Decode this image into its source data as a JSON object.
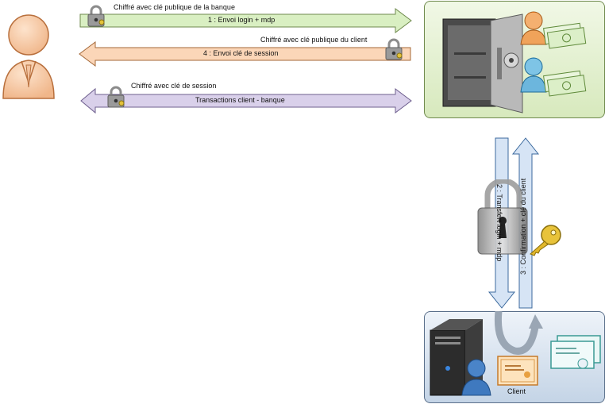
{
  "arrows": {
    "a1": {
      "caption": "Chiffré avec clé publique de la banque",
      "label": "1 : Envoi login + mdp",
      "color": "#d9efc2"
    },
    "a4": {
      "caption": "Chiffré avec clé publique du client",
      "label": "4 : Envoi clé de session",
      "color": "#fbd6b8"
    },
    "a5": {
      "caption": "Chiffré avec clé de session",
      "label": "Transactions  client - banque",
      "color": "#d9d0ea"
    },
    "a2": {
      "label": "2 : Transfert login + mdp",
      "color": "#d6e4f5"
    },
    "a3": {
      "label": "3 : Confirmation + clé du client",
      "color": "#d6e4f5"
    }
  },
  "client_panel": {
    "label": "Client"
  },
  "icons": [
    "user-icon",
    "lock-icon",
    "safe-icon",
    "money-person-icon",
    "key-icon",
    "server-icon",
    "certificate-icon"
  ]
}
